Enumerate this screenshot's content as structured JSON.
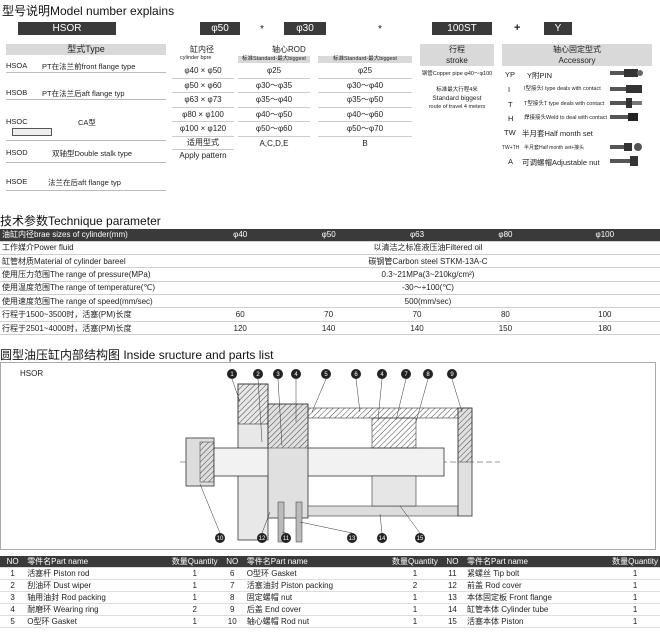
{
  "title": "型号说明Model number explains",
  "header_boxes": {
    "model": "HSOR",
    "bore": "φ50",
    "star1": "*",
    "rod": "φ30",
    "star2": "*",
    "stroke": "100ST",
    "plus": "+",
    "accessory": "Y"
  },
  "type_col": {
    "title": "型式Type",
    "items": [
      {
        "code": "HSOA",
        "desc": "PT在法兰前front flange type"
      },
      {
        "code": "HSOB",
        "desc": "PT在法兰后aft flange typ"
      },
      {
        "code": "HSOC",
        "desc": "CA型"
      },
      {
        "code": "HSOD",
        "desc": "双轴型Double stalk type"
      },
      {
        "code": "HSOE",
        "desc": "法兰在后aft flange typ"
      }
    ]
  },
  "bore_col": {
    "title": "缸内径",
    "subtitle": "cylinder bpre",
    "items": [
      "φ40 × φ50",
      "φ50 × φ60",
      "φ63 × φ73",
      "φ80 × φ100",
      "φ100 × φ120"
    ],
    "apply_cn": "适用型式",
    "apply_en": "Apply pattern"
  },
  "rod_col": {
    "title": "轴心ROD",
    "std_label": "标准Standard",
    "big_label": "标准Standard-最大biggest",
    "big_label2": "标准Standard-最大biggest",
    "std_items": [
      "φ25",
      "φ30～φ35",
      "φ35～φ40",
      "φ40～φ50",
      "φ50～φ60"
    ],
    "big_items": [
      "φ25",
      "φ30～φ40",
      "φ35～φ50",
      "φ40～φ60",
      "φ50～φ70"
    ],
    "apply_a": "A,C,D,E",
    "apply_b": "B"
  },
  "stroke_col": {
    "title_cn": "行程",
    "title_en": "stroke",
    "note1": "钢管Copper pipe φ40～φ100",
    "note2": "标准最大行程4米",
    "note3": "Standard biggest",
    "note4": "route of travel 4 meters"
  },
  "accessory_col": {
    "title_cn": "轴心固定型式",
    "title_en": "Accessory",
    "items": [
      {
        "code": "YP",
        "desc": "Y附PIN"
      },
      {
        "code": "I",
        "desc": "I型接头I type deals with contact"
      },
      {
        "code": "T",
        "desc": "T型接头T type deals with contact"
      },
      {
        "code": "H",
        "desc": "焊接接头Weld to deal with contact"
      },
      {
        "code": "TW",
        "desc": "半月套Half month set"
      },
      {
        "code": "TW+TH",
        "desc": "半月套Half month set+接头"
      },
      {
        "code": "A",
        "desc": "可调螺帽Adjustable nut"
      }
    ]
  },
  "tech": {
    "title": "技术参数Technique parameter",
    "header_label": "油缸内径brae sizes of cylinder(mm)",
    "sizes": [
      "φ40",
      "φ50",
      "φ63",
      "φ80",
      "φ100"
    ],
    "rows": [
      {
        "label": "工作媒介Power fluid",
        "value": "以清洁之标准液压油Filtered oil"
      },
      {
        "label": "缸管材质Material of cylinder bareel",
        "value": "碳钢管Carbon steel STKM-13A-C"
      },
      {
        "label": "使用压力范围The range of pressure(MPa)",
        "value": "0.3~21MPa(3~210kg/cm²)"
      },
      {
        "label": "使用温度范围The range of temperature(℃)",
        "value": "-30～+100(℃)"
      },
      {
        "label": "使用速度范围The range of speed(mm/sec)",
        "value": "500(mm/sec)"
      }
    ],
    "pm_rows": [
      {
        "label": "行程于1500~3500时，活塞(PM)长度",
        "values": [
          "60",
          "70",
          "70",
          "80",
          "100"
        ]
      },
      {
        "label": "行程于2501~4000时，活塞(PM)长度",
        "values": [
          "120",
          "140",
          "140",
          "150",
          "180"
        ]
      }
    ]
  },
  "structure": {
    "title": "圆型油压缸内部结构图 Inside sructure and parts list",
    "model": "HSOR",
    "callouts": [
      "1",
      "2",
      "3",
      "4",
      "5",
      "6",
      "4",
      "7",
      "8",
      "9",
      "10",
      "11",
      "12",
      "13",
      "14",
      "15"
    ]
  },
  "parts": {
    "headers": {
      "no": "NO",
      "name": "零件名Part name",
      "qty": "数量Quantity"
    },
    "rows": [
      [
        {
          "no": "1",
          "name": "活塞杆 Piston rod",
          "qty": "1"
        },
        {
          "no": "6",
          "name": "O型环 Gasket",
          "qty": "1"
        },
        {
          "no": "11",
          "name": "紧螺丝 Tip bolt",
          "qty": "1"
        }
      ],
      [
        {
          "no": "2",
          "name": "刮油环 Dust wiper",
          "qty": "1"
        },
        {
          "no": "7",
          "name": "活塞油封 Piston packing",
          "qty": "2"
        },
        {
          "no": "12",
          "name": "前盖 Rod cover",
          "qty": "1"
        }
      ],
      [
        {
          "no": "3",
          "name": "轴用油封 Rod packing",
          "qty": "1"
        },
        {
          "no": "8",
          "name": "固定螺帽 nut",
          "qty": "1"
        },
        {
          "no": "13",
          "name": "本体固定板 Front flange",
          "qty": "1"
        }
      ],
      [
        {
          "no": "4",
          "name": "耐磨环 Wearing ring",
          "qty": "2"
        },
        {
          "no": "9",
          "name": "后盖 End cover",
          "qty": "1"
        },
        {
          "no": "14",
          "name": "缸管本体 Cylinder tube",
          "qty": "1"
        }
      ],
      [
        {
          "no": "5",
          "name": "O型环 Gasket",
          "qty": "1"
        },
        {
          "no": "10",
          "name": "轴心螺帽 Rod nut",
          "qty": "1"
        },
        {
          "no": "15",
          "name": "活塞本体 Piston",
          "qty": "1"
        }
      ]
    ]
  }
}
